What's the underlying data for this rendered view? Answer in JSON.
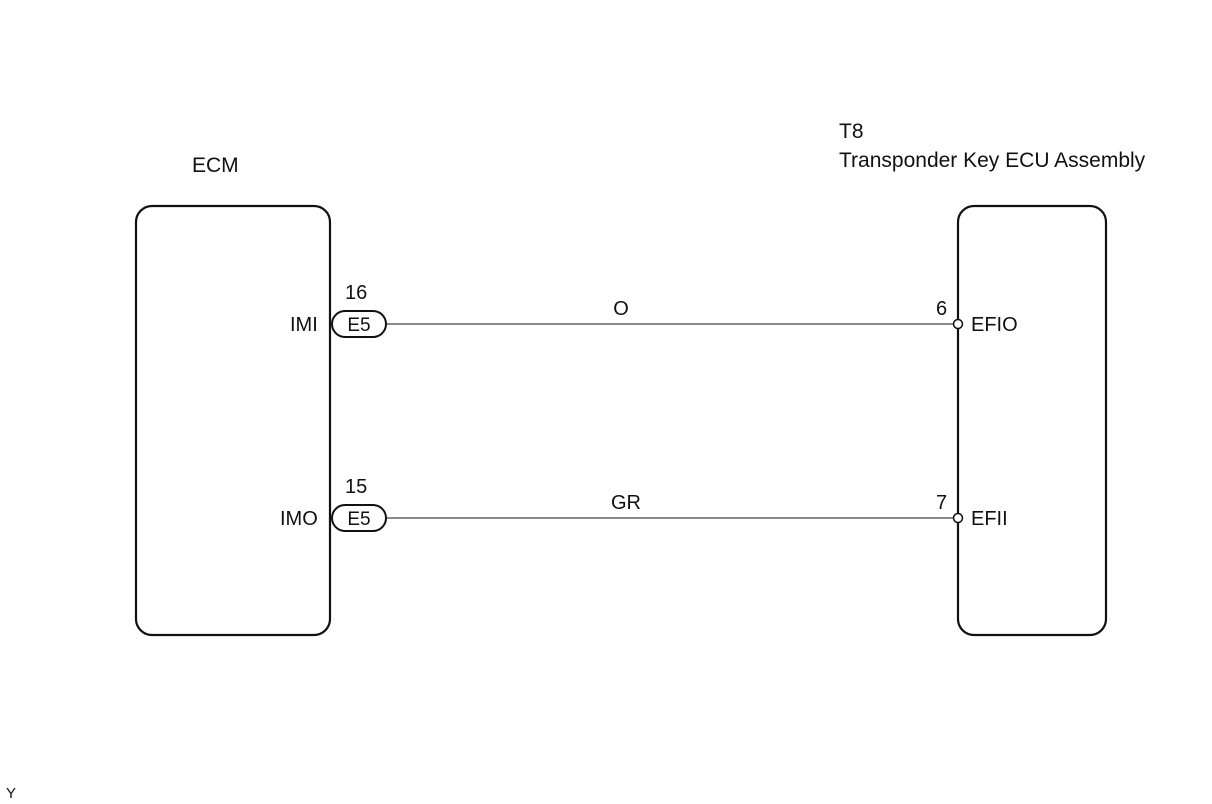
{
  "ecm": {
    "name": "ECM"
  },
  "ecu": {
    "code": "T8",
    "name": "Transponder Key ECU Assembly"
  },
  "wires": [
    {
      "ecm_pin": "16",
      "ecm_signal": "IMI",
      "connector": "E5",
      "color": "O",
      "ecu_pin": "6",
      "ecu_signal": "EFIO"
    },
    {
      "ecm_pin": "15",
      "ecm_signal": "IMO",
      "connector": "E5",
      "color": "GR",
      "ecu_pin": "7",
      "ecu_signal": "EFII"
    }
  ],
  "footer_mark": "Y"
}
